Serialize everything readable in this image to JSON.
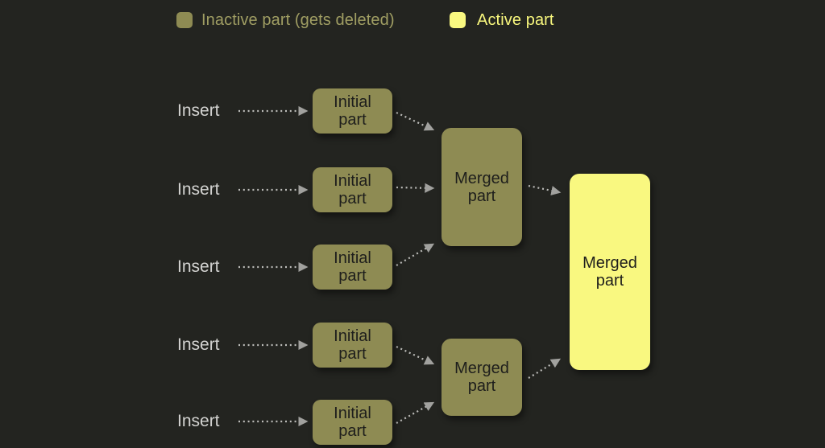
{
  "colors": {
    "background": "#232420",
    "inactive_part": "#8e8b53",
    "active_part": "#f9f880",
    "box_text": "#1e1e1c",
    "insert_text": "#d3d3d1",
    "legend_inactive_text": "#a09e63",
    "legend_active_text": "#f8f77d",
    "arrow_dots": "#bdbdba",
    "arrow_head": "#a1a19e"
  },
  "legend": {
    "inactive_label": "Inactive part (gets deleted)",
    "active_label": "Active part"
  },
  "diagram": {
    "insert_label": "Insert",
    "initial_part_label": "Initial part",
    "merged_part_label": "Merged part"
  }
}
